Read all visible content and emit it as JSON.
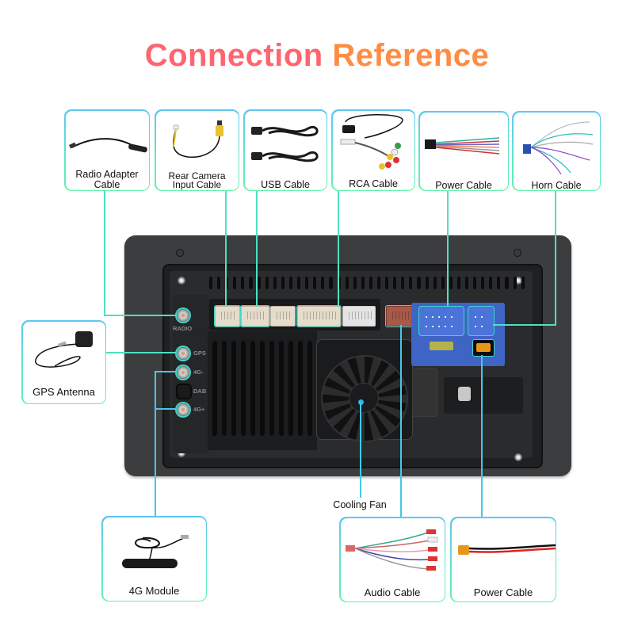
{
  "title": {
    "part1": "Connection",
    "part2": "Reference"
  },
  "colors": {
    "title_start": "#ff6570",
    "title_end": "#ff8c42",
    "connector_line": "#4fe0c0",
    "highlight": "#3fd6c8",
    "fan_dot": "#2ab8f0"
  },
  "top_items": [
    {
      "label_line1": "Radio Adapter",
      "label_line2": "Cable"
    },
    {
      "label_line1": "Rear Camera",
      "label_line2": "Input Cable"
    },
    {
      "label_line1": "USB Cable",
      "label_line2": ""
    },
    {
      "label_line1": "RCA Cable",
      "label_line2": ""
    },
    {
      "label_line1": "Power Cable",
      "label_line2": ""
    },
    {
      "label_line1": "Horn Cable",
      "label_line2": ""
    }
  ],
  "side_item": {
    "label": "GPS Antenna"
  },
  "bottom_items": [
    {
      "label": "4G Module"
    },
    {
      "label": "Audio Cable"
    },
    {
      "label": "Power Cable"
    }
  ],
  "fan_label": "Cooling Fan",
  "ports": [
    {
      "label": "RADIO"
    },
    {
      "label": "GPS"
    },
    {
      "label": "4G-"
    },
    {
      "label": "DAB"
    },
    {
      "label": "4G+"
    }
  ]
}
